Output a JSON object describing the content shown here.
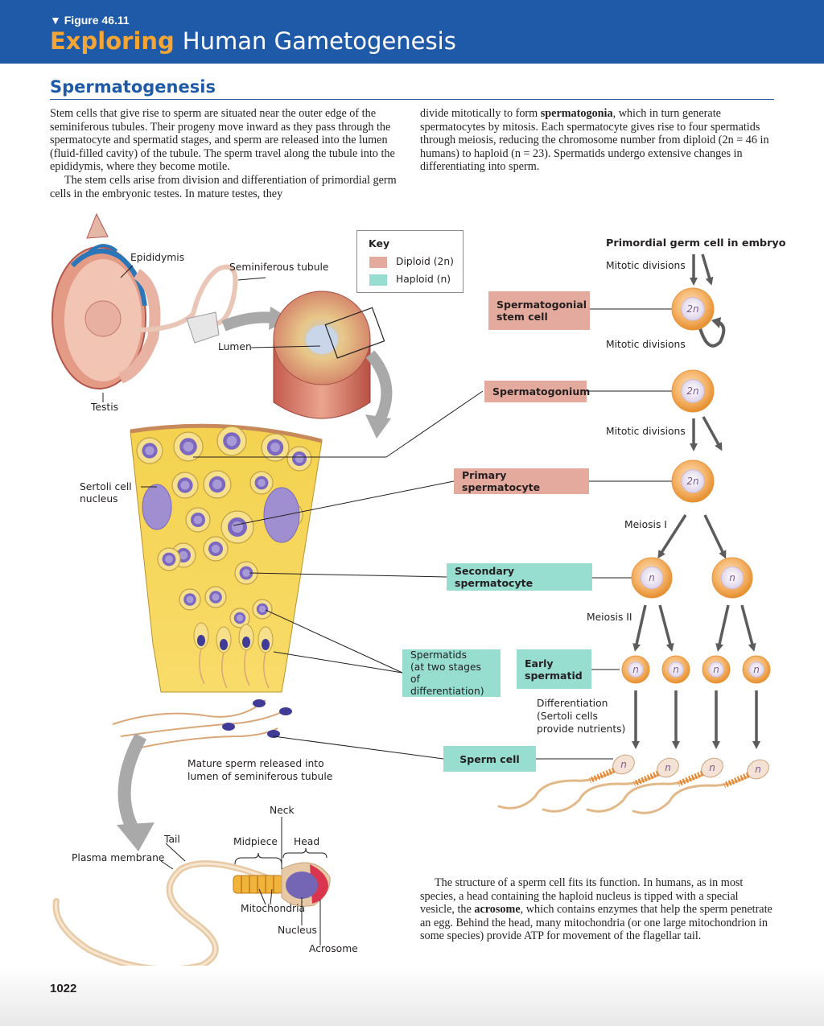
{
  "header": {
    "figure_label": "▼ Figure 46.11",
    "title_prefix": "Exploring",
    "title": "Human Gametogenesis"
  },
  "section": {
    "title": "Spermatogenesis"
  },
  "intro": {
    "p1": "Stem cells that give rise to sperm are situated near the outer edge of the seminiferous tubules. Their progeny move inward as they pass through the spermatocyte and spermatid stages, and sperm are released into the lumen (fluid-filled cavity) of the tubule. The sperm travel along the tubule into the epididymis, where they become motile.",
    "p2": "The stem cells arise from division and differentiation of primordial germ cells in the embryonic testes. In mature testes, they",
    "p3_before": "divide mitotically to form ",
    "p3_term": "spermatogonia",
    "p3_after": ", which in turn generate spermatocytes by mitosis. Each spermatocyte gives rise to four spermatids through meiosis, reducing the chromosome number from diploid (2n = 46 in humans) to haploid (n = 23). Spermatids undergo extensive changes in differentiating into sperm."
  },
  "key": {
    "title": "Key",
    "diploid": "Diploid (2n)",
    "haploid": "Haploid (n)",
    "diploid_color": "#e3aa9d",
    "haploid_color": "#97ddd0"
  },
  "anatomy_labels": {
    "epididymis": "Epididymis",
    "seminiferous_tubule": "Seminiferous tubule",
    "lumen": "Lumen",
    "testis": "Testis",
    "sertoli_line1": "Sertoli cell",
    "sertoli_line2": "nucleus",
    "mature_sperm_line1": "Mature sperm released into",
    "mature_sperm_line2": "lumen of seminiferous tubule"
  },
  "flow": {
    "primordial": "Primordial germ cell in embryo",
    "mitotic_divisions": "Mitotic divisions",
    "stem_cell_line1": "Spermatogonial",
    "stem_cell_line2": "stem cell",
    "spermatogonium": "Spermatogonium",
    "primary": "Primary spermatocyte",
    "meiosis1": "Meiosis I",
    "secondary": "Secondary spermatocyte",
    "meiosis2": "Meiosis II",
    "spermatids_line1": "Spermatids",
    "spermatids_line2": "(at two stages of",
    "spermatids_line3": "differentiation)",
    "early_line1": "Early",
    "early_line2": "spermatid",
    "diff_line1": "Differentiation",
    "diff_line2": "(Sertoli cells",
    "diff_line3": "provide nutrients)",
    "sperm_cell": "Sperm cell",
    "ploidy_2n": "2n",
    "ploidy_n": "n"
  },
  "sperm_structure": {
    "neck": "Neck",
    "tail": "Tail",
    "midpiece": "Midpiece",
    "head": "Head",
    "plasma_membrane": "Plasma membrane",
    "mitochondria": "Mitochondria",
    "nucleus": "Nucleus",
    "acrosome": "Acrosome"
  },
  "closing": {
    "before": "The structure of a sperm cell fits its function. In humans, as in most species, a head containing the haploid nucleus is tipped with a special vesicle, the ",
    "term": "acrosome",
    "after": ", which contains enzymes that help the sperm penetrate an egg. Behind the head, many mitochondria (or one large mitochondrion in some species) provide ATP for movement of the flagellar tail."
  },
  "page_number": "1022"
}
